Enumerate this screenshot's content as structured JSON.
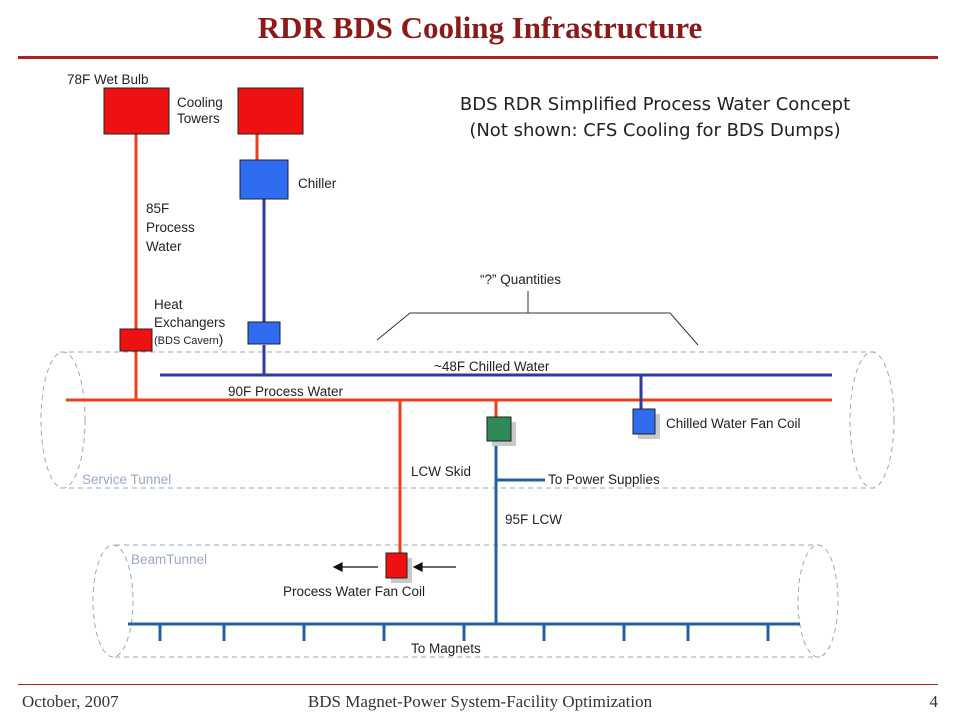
{
  "title": "RDR BDS Cooling Infrastructure",
  "concept": {
    "line1": "BDS RDR Simplified Process Water Concept",
    "line2": "(Not shown: CFS Cooling for BDS Dumps)"
  },
  "labels": {
    "wet_bulb": "78F Wet Bulb",
    "cooling_towers": "Cooling\nTowers",
    "chiller": "Chiller",
    "process_water_85": "85F\nProcess\nWater",
    "heat_exchangers": "Heat\nExchangers",
    "heat_exchangers_location": "(BDS Cavern",
    "heat_exchangers_paren": ")",
    "quantities": "“?” Quantities",
    "chilled_water": "~48F Chilled Water",
    "process_water_90": "90F Process Water",
    "chilled_water_fan_coil": "Chilled Water Fan Coil",
    "lcw_skid": "LCW Skid",
    "to_power_supplies": "To Power Supplies",
    "lcw_95": "95F LCW",
    "process_water_fan_coil": "Process Water Fan Coil",
    "to_magnets": "To Magnets",
    "service_tunnel": "Service Tunnel",
    "beam_tunnel": "BeamTunnel"
  },
  "footer": {
    "date": "October, 2007",
    "center": "BDS Magnet-Power System-Facility Optimization",
    "page": "4"
  },
  "colors": {
    "title": "#8b1a1a",
    "process_water": "#e8411c",
    "chilled_water": "#2f3a9e",
    "lcw": "#2a5f9e",
    "tower_red": "#ee1111",
    "chiller_blue": "#2f6cf0",
    "skid_green": "#2e8b57",
    "tunnel_outline": "#9aa9c0"
  }
}
